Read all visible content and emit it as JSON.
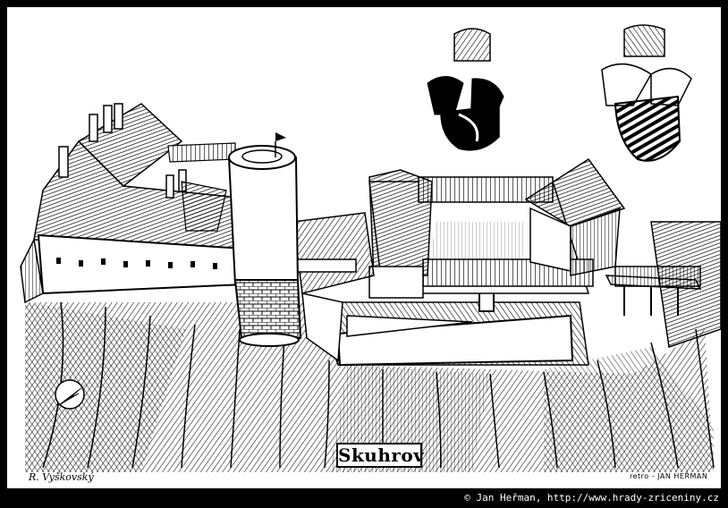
{
  "drawing": {
    "title": "Skuhrov",
    "artist_signature": "R. Vyškovský",
    "retro_signature": "retro - JAN HEŘMAN"
  },
  "footer": {
    "copyright": "© Jan Heřman, http://www.hrady-zriceniny.cz"
  },
  "colors": {
    "frame": "#000000",
    "paper": "#ffffff",
    "ink": "#000000",
    "copyright_text": "#ffffff"
  }
}
